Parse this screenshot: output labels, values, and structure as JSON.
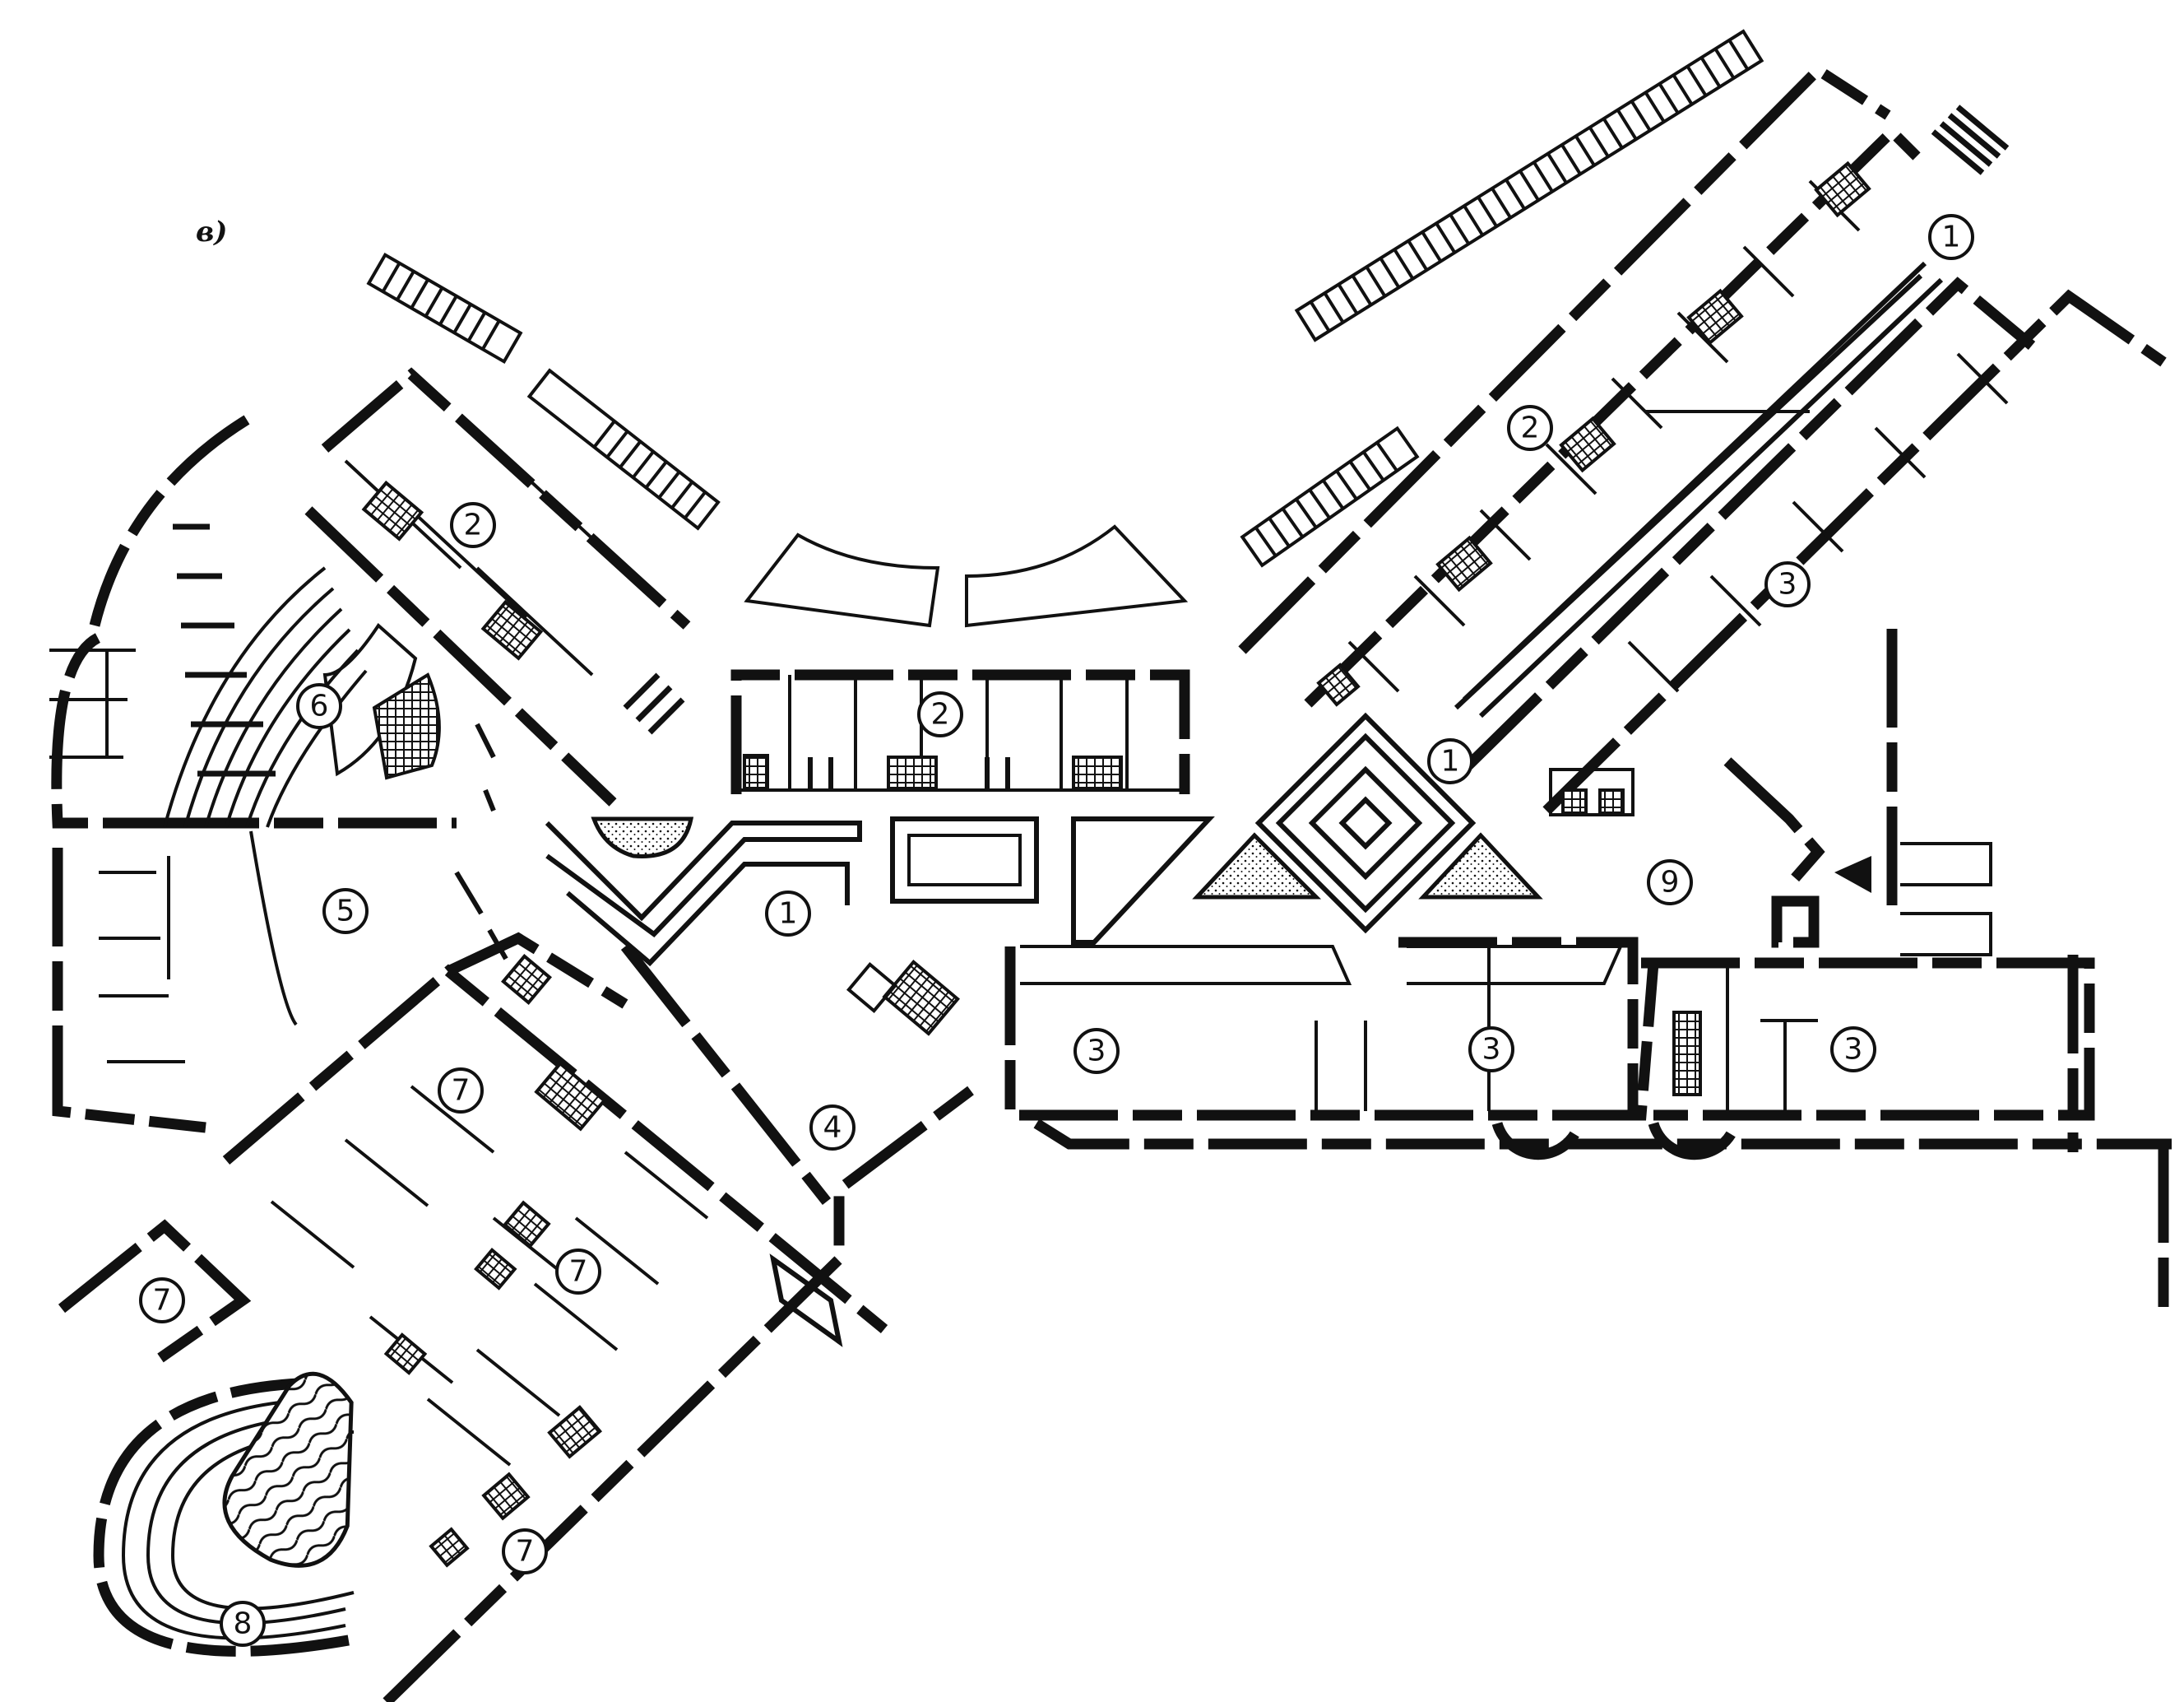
{
  "figure": {
    "label": "в)"
  },
  "room_numbers": [
    "1",
    "1",
    "1",
    "2",
    "2",
    "2",
    "3",
    "3",
    "3",
    "3",
    "4",
    "5",
    "6",
    "7",
    "7",
    "7",
    "7",
    "8",
    "9"
  ]
}
